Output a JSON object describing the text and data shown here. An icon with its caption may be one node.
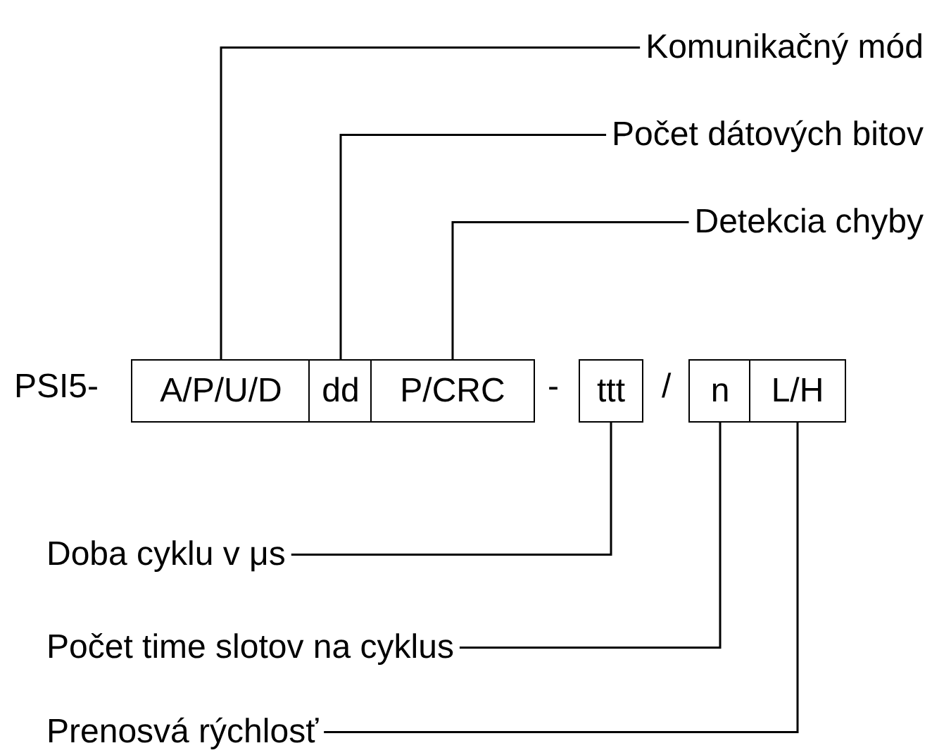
{
  "diagram": {
    "nodes": [
      {
        "text": [
          "A/P/U/D"
        ]
      },
      {
        "text": [
          "dd"
        ]
      },
      {
        "text": [
          "P/CRC"
        ]
      },
      {
        "text": [
          "ttt"
        ]
      },
      {
        "text": [
          "n"
        ]
      },
      {
        "text": [
          "L/H"
        ]
      },
      {
        "text": [
          "Komunikačný mód"
        ]
      },
      {
        "text": [
          "Počet dátových bitov"
        ]
      },
      {
        "text": [
          "Detekcia chyby"
        ]
      },
      {
        "text": [
          "Doba cyklu v μs"
        ]
      },
      {
        "text": [
          "Počet time slotov na cyklus"
        ]
      },
      {
        "text": [
          "Prenosvá rýchlosť"
        ]
      }
    ],
    "edges": [
      {
        "from": 6,
        "to": 0,
        "arrow": "none"
      },
      {
        "from": 7,
        "to": 1,
        "arrow": "none"
      },
      {
        "from": 8,
        "to": 2,
        "arrow": "none"
      },
      {
        "from": 9,
        "to": 3,
        "arrow": "none"
      },
      {
        "from": 10,
        "to": 4,
        "arrow": "none"
      },
      {
        "from": 11,
        "to": 5,
        "arrow": "none"
      }
    ],
    "labels": [
      "PSI5-",
      "-",
      "/"
    ]
  }
}
